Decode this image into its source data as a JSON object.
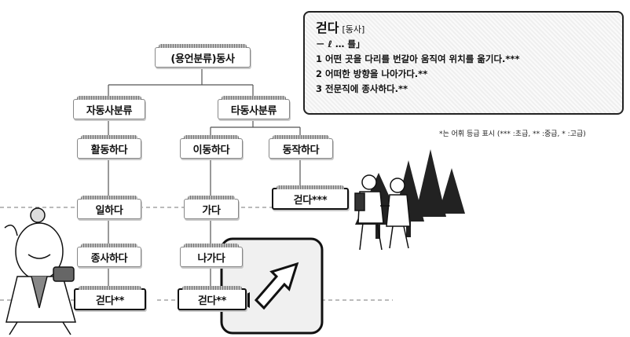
{
  "tree": {
    "root": "(용언분류)동사",
    "intransitive": "자동사분류",
    "transitive": "타동사분류",
    "activity": "활동하다",
    "work": "일하다",
    "engage": "종사하다",
    "walk_intrans": "걷다**",
    "movement": "이동하다",
    "go": "가다",
    "go_out": "나가다",
    "walk_dir": "걷다**",
    "action": "동작하다",
    "walk_action": "걷다***"
  },
  "definition": {
    "headword": "걷다",
    "pos": "[동사]",
    "pattern": "－ ℓ … 를」",
    "senses": [
      "1 어떤 곳을 다리를 번갈아 움직여 위치를 옮기다.***",
      "2 어떠한 방향을 나아가다.**",
      "3 전문직에 종사하다.**"
    ]
  },
  "legend": "*는 어휘 등급 표시 (*** :초급,  ** :중급,  * :고급)",
  "colors": {
    "line": "#555555",
    "dash": "#777777",
    "box_border": "#222222"
  }
}
